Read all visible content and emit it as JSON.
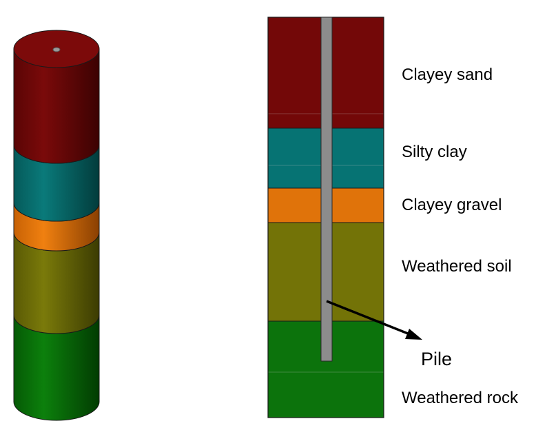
{
  "layers": [
    {
      "name": "Clayey sand",
      "color": "#730808"
    },
    {
      "name": "Silty clay",
      "color": "#067373"
    },
    {
      "name": "Clayey gravel",
      "color": "#e0730a"
    },
    {
      "name": "Weathered soil",
      "color": "#737307"
    },
    {
      "name": "Weathered rock",
      "color": "#0c730c"
    }
  ],
  "pile": {
    "label": "Pile",
    "color": "#8c8c8c"
  }
}
